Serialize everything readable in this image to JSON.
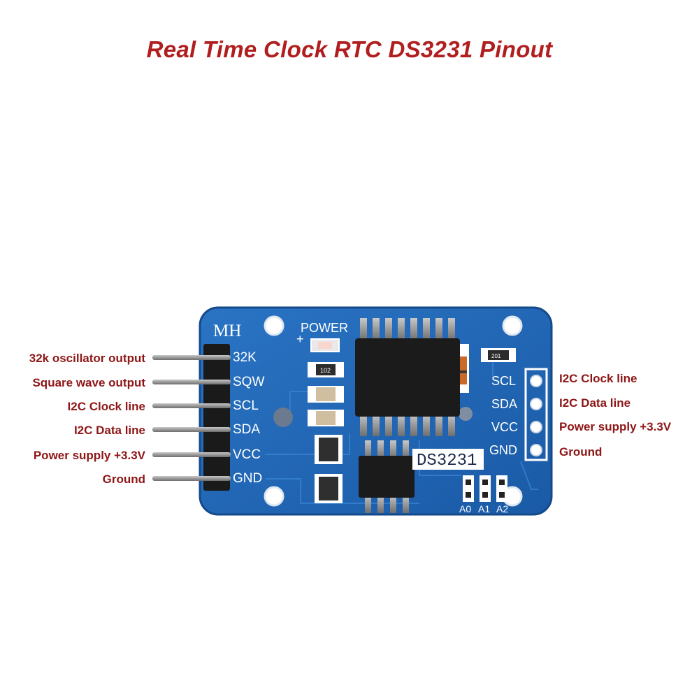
{
  "title": "Real Time Clock RTC DS3231 Pinout",
  "colors": {
    "title": "#b01e1e",
    "label": "#8e1616",
    "pcb": "#1e63b0",
    "pcb_edge": "#154a8a",
    "header": "#1a1a1a",
    "pin": "#8f8f8f"
  },
  "left_labels": [
    "32k oscillator output",
    "Square wave output",
    "I2C Clock line",
    "I2C Data line",
    "Power supply +3.3V",
    "Ground"
  ],
  "right_labels": [
    "I2C Clock line",
    "I2C Data line",
    "Power supply +3.3V",
    "Ground"
  ],
  "board": {
    "brand": "MH",
    "power_label": "POWER",
    "power_sign": "+",
    "chip_label": "DS3231",
    "left_pins": [
      "32K",
      "SQW",
      "SCL",
      "SDA",
      "VCC",
      "GND"
    ],
    "right_pins": [
      "SCL",
      "SDA",
      "VCC",
      "GND"
    ],
    "address_pads": [
      "A0",
      "A1",
      "A2"
    ],
    "resistor_code": "102",
    "small_resistor_code": "201"
  }
}
